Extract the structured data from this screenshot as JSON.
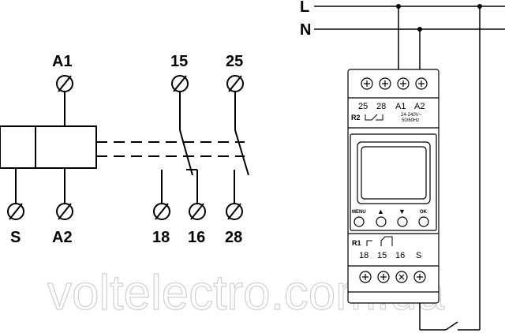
{
  "schematic": {
    "terminals_top": [
      "A1",
      "15",
      "25"
    ],
    "terminals_bottom": [
      "S",
      "A2",
      "18",
      "16",
      "28"
    ]
  },
  "mains": {
    "line": "L",
    "neutral": "N"
  },
  "device": {
    "top_labels": [
      "25",
      "28",
      "A1",
      "A2"
    ],
    "relay2": "R2",
    "voltage": "24-240V~",
    "frequency": "50/60Hz",
    "buttons": [
      "MENU",
      "▲",
      "▼",
      "OK"
    ],
    "relay1": "R1",
    "bottom_labels": [
      "18",
      "15",
      "16",
      "S"
    ]
  },
  "watermark": "voltelectro.com.ua"
}
